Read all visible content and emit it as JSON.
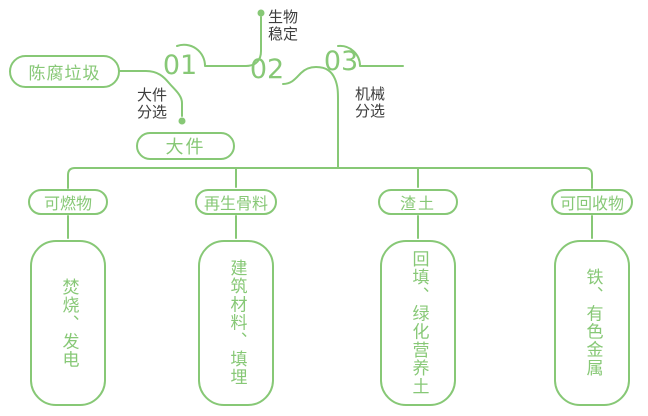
{
  "colors": {
    "accent_green": "#87C876",
    "label_dark": "#3D3D3D",
    "background": "#FFFFFF"
  },
  "source": {
    "label": "陈腐垃圾"
  },
  "steps": [
    {
      "number": "01",
      "process_label": "大件分选",
      "output_label": "大件"
    },
    {
      "number": "02",
      "process_label": "生物稳定"
    },
    {
      "number": "03",
      "process_label": "机械分选"
    }
  ],
  "branches": [
    {
      "category": "可燃物",
      "detail": "焚烧、发电"
    },
    {
      "category": "再生骨料",
      "detail": "建筑材料、填埋"
    },
    {
      "category": "渣土",
      "detail": "回填、绿化营养土"
    },
    {
      "category": "可回收物",
      "detail": "铁、有色金属"
    }
  ]
}
